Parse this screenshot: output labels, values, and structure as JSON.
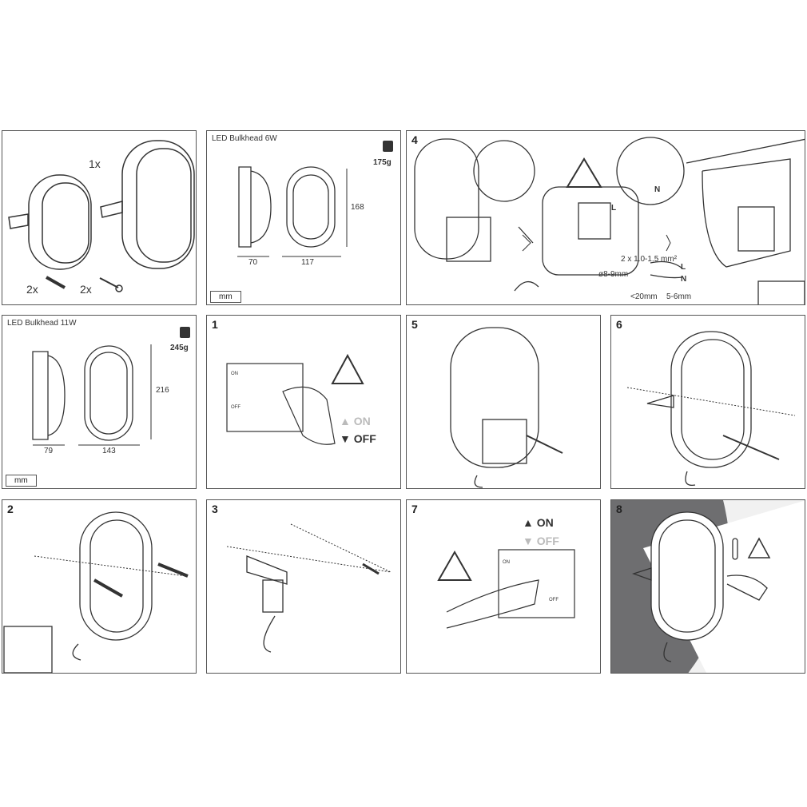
{
  "panels": {
    "contents": {
      "qty_lamp": "1x",
      "qty_plugs": "2x",
      "qty_screws": "2x"
    },
    "p6w": {
      "title": "LED Bulkhead 6W",
      "weight": "175g",
      "depth": "70",
      "width": "117",
      "height": "168",
      "unit": "mm"
    },
    "p11w": {
      "title": "LED Bulkhead 11W",
      "weight": "245g",
      "depth": "79",
      "width": "143",
      "height": "216",
      "unit": "mm"
    },
    "step1": {
      "num": "1",
      "on": "ON",
      "off": "OFF",
      "switch_on": "ON",
      "switch_off": "OFF"
    },
    "step2": {
      "num": "2"
    },
    "step3": {
      "num": "3"
    },
    "step4": {
      "num": "4",
      "L": "L",
      "N": "N",
      "wire_spec": "2 x 1.0-1.5 mm²",
      "cable_dia": "ø8-9mm",
      "strip_outer": "<20mm",
      "strip_inner": "5-6mm"
    },
    "step5": {
      "num": "5"
    },
    "step6": {
      "num": "6"
    },
    "step7": {
      "num": "7",
      "on": "ON",
      "off": "OFF",
      "switch_on": "ON",
      "switch_off": "OFF"
    },
    "step8": {
      "num": "8"
    }
  },
  "colors": {
    "line": "#333333",
    "border": "#555555",
    "shade": "#6e6e70",
    "faded": "#bbbbbb"
  }
}
